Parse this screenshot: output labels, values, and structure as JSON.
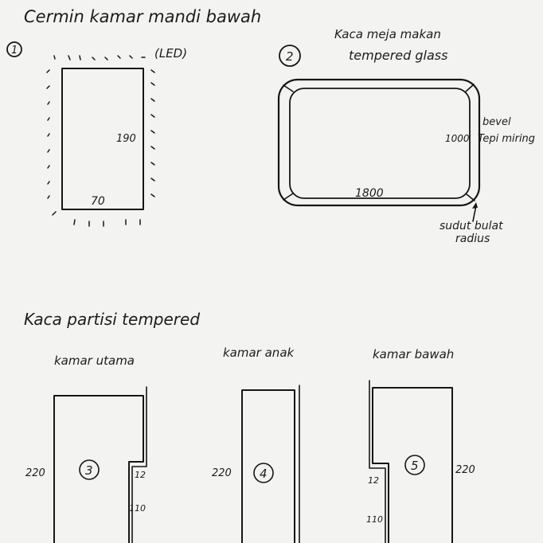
{
  "heading_top": "Cermin kamar mandi bawah",
  "item1": {
    "number": "1",
    "note": "(LED)",
    "height": "190",
    "width": "70"
  },
  "item2": {
    "number": "2",
    "title_line1": "Kaca meja makan",
    "title_line2": "tempered glass",
    "bevel": "bevel",
    "bevel_sub": "Tepi miring",
    "depth": "1000",
    "length": "1800",
    "corner_line1": "sudut bulat",
    "corner_line2": "radius"
  },
  "heading_partition": "Kaca partisi tempered",
  "partitions": [
    {
      "label": "kamar utama",
      "number": "3",
      "height": "220",
      "notch": "12",
      "lower": "110"
    },
    {
      "label": "kamar anak",
      "number": "4",
      "height": "220"
    },
    {
      "label": "kamar bawah",
      "number": "5",
      "height": "220",
      "notch": "12",
      "lower": "110"
    }
  ]
}
